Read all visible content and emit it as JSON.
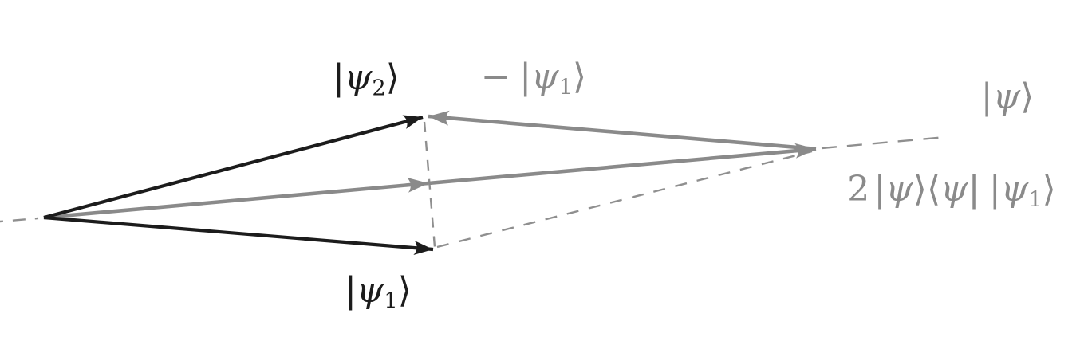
{
  "figure": {
    "background": "#ffffff",
    "colors": {
      "vector_black": "#1c1c1c",
      "vector_gray": "#8a8a8a",
      "dash_gray": "#8f8f8f",
      "label_black": "#1c1c1c",
      "label_gray": "#8a8a8a"
    },
    "labels": {
      "psi2": {
        "bar": "|",
        "psi": "ψ",
        "sub": "2",
        "ket": "⟩"
      },
      "minus_psi1": {
        "minus": "−",
        "bar": "|",
        "psi": "ψ",
        "sub": "1",
        "ket": "⟩"
      },
      "psi": {
        "bar": "|",
        "psi": "ψ",
        "ket": "⟩"
      },
      "proj": {
        "coef": "2",
        "bar1": "|",
        "psi1": "ψ",
        "ket1": "⟩",
        "bra": "⟨",
        "psi2": "ψ",
        "bar2": "|",
        "bar3": "|",
        "psi3": "ψ",
        "sub": "1",
        "ket2": "⟩"
      },
      "psi1": {
        "bar": "|",
        "psi": "ψ",
        "sub": "1",
        "ket": "⟩"
      }
    },
    "geometry_notes": {
      "origin": "55,273",
      "psi2_tip": "530,147",
      "psi1_tip": "543,313",
      "projection_midpoint_tip": "537,230",
      "two_projection_tip": "1023,187"
    }
  }
}
